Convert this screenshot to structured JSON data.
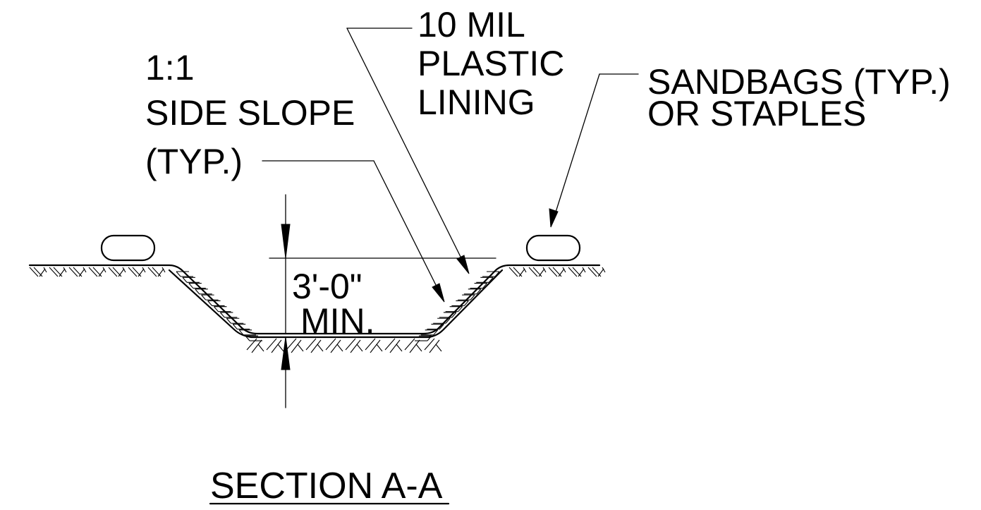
{
  "labels": {
    "side_slope_line1": "1:1",
    "side_slope_line2": "SIDE SLOPE",
    "side_slope_line3": "(TYP.)",
    "lining_line1": "10 MIL",
    "lining_line2": "PLASTIC",
    "lining_line3": "LINING",
    "sandbags_line1": "SANDBAGS (TYP.)",
    "sandbags_line2": "OR STAPLES",
    "depth_line1": "3'-0\"",
    "depth_line2": "MIN.",
    "section_title": "SECTION A-A"
  }
}
